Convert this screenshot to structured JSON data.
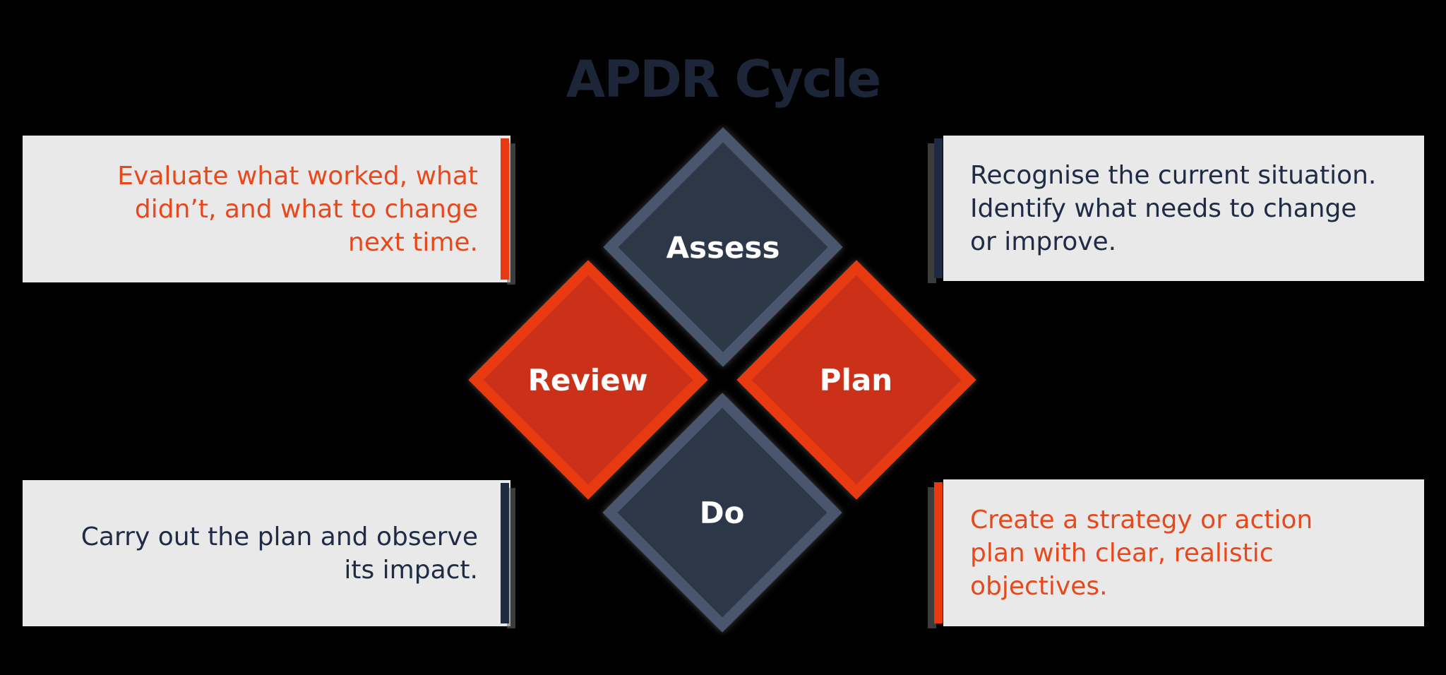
{
  "title": "APDR Cycle",
  "colors": {
    "background": "#000000",
    "title_navy": "#1d2638",
    "note_background": "#e9e9e9",
    "orange_text": "#e8491c",
    "navy_text": "#202c46",
    "red_accent": "#e73a10",
    "red_diamond_fill": "#ca3118",
    "navy_accent_bar": "#1e2a42",
    "navy_diamond_fill": "#2c3748",
    "navy_diamond_border": "#4a566e",
    "diamond_label_white": "#ffffff"
  },
  "diamonds": {
    "assess": {
      "label": "Assess"
    },
    "plan": {
      "label": "Plan"
    },
    "do": {
      "label": "Do"
    },
    "review": {
      "label": "Review"
    }
  },
  "notes": {
    "top_left": {
      "phase": "Review",
      "text": "Evaluate what worked, what\ndidn’t, and what to change\nnext time."
    },
    "top_right": {
      "phase": "Assess",
      "text": "Recognise the current situation.\nIdentify what needs to change\nor improve."
    },
    "bottom_left": {
      "phase": "Do",
      "text": "Carry out the plan and observe\nits impact."
    },
    "bottom_right": {
      "phase": "Plan",
      "text": "Create a strategy or action\nplan with clear, realistic\nobjectives."
    }
  }
}
